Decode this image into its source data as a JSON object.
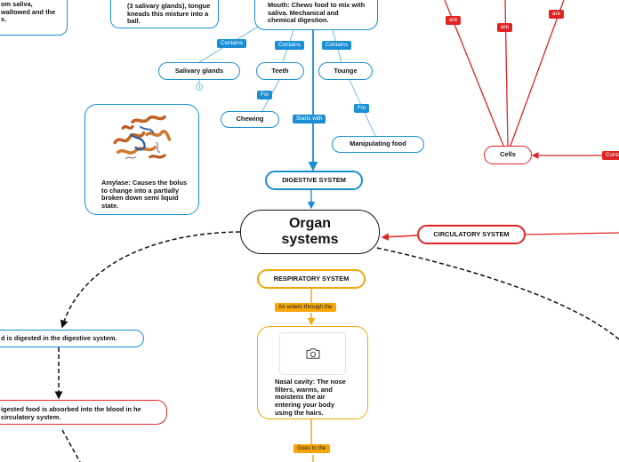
{
  "central": {
    "label": "Organ systems"
  },
  "systems": {
    "digestive": "DIGESTIVE SYSTEM",
    "circulatory": "CIRCULATORY SYSTEM",
    "respiratory": "RESPIRATORY SYSTEM"
  },
  "digestive": {
    "mouth_text": "Mouth: Chews food to mix with saliva. Mechanical and chemical digestion.",
    "top_mid_text": "(3 salivary glands), tongue kneads this mixture into a ball.",
    "top_left_text": "om saliva, wallowed and the s.",
    "salivary_glands": "Salivary glands",
    "teeth": "Teeth",
    "tongue": "Tounge",
    "chewing": "Chewing",
    "manipulating": "Manipulating food",
    "amylase_text": "Amylase: Causes the bolus to change into a partially broken down semi liquid state.",
    "tags": {
      "contains": "Contains",
      "for": "For",
      "starts_with": "Starts with"
    }
  },
  "circulatory": {
    "cells": "Cells",
    "are": "are",
    "contains_clip": "Conta"
  },
  "respiratory": {
    "nasal_text": "Nasal cavity: The nose filters, warms, and moistens the air entering your body using the hairs.",
    "air_enters": "Air enters through the",
    "goes_to": "Goes to the"
  },
  "left": {
    "digested": "d is digested in the digestive system.",
    "absorbed": "igested food is absorbed into the blood in he circulatory system."
  },
  "colors": {
    "blue": "#1a8fd6",
    "red": "#e02424",
    "orange": "#f6a609",
    "dark": "#111111"
  },
  "icons": {
    "camera": "camera-icon",
    "protein": "protein-structure-image",
    "collapse": "collapse-toggle-icon"
  }
}
